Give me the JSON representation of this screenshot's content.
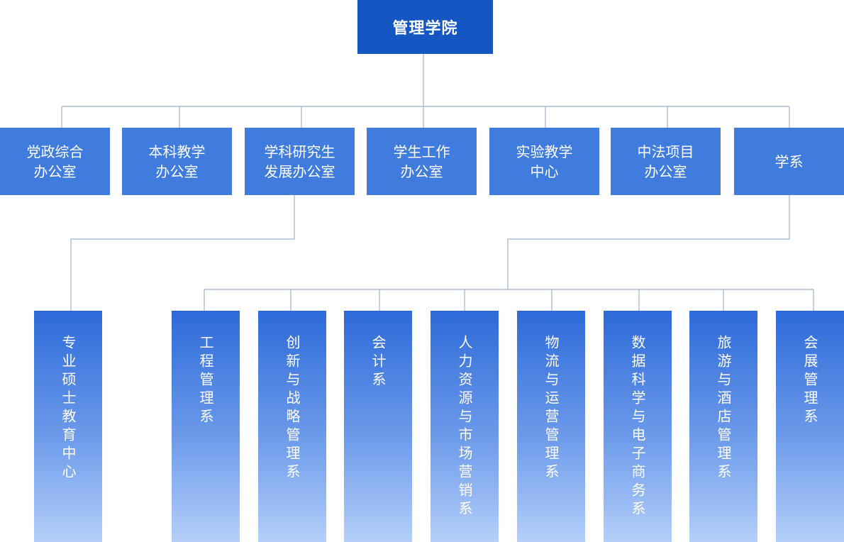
{
  "root": {
    "label": "管理学院"
  },
  "offices": [
    {
      "line1": "党政综合",
      "line2": "办公室"
    },
    {
      "line1": "本科教学",
      "line2": "办公室"
    },
    {
      "line1": "学科研究生",
      "line2": "发展办公室"
    },
    {
      "line1": "学生工作",
      "line2": "办公室"
    },
    {
      "line1": "实验教学",
      "line2": "中心"
    },
    {
      "line1": "中法项目",
      "line2": "办公室"
    },
    {
      "line1": "学系",
      "line2": ""
    }
  ],
  "grad_center": {
    "label": "专业硕士教育中心"
  },
  "departments": [
    {
      "label": "工程管理系"
    },
    {
      "label": "创新与战略管理系"
    },
    {
      "label": "会计系"
    },
    {
      "label": "人力资源与市场营销系"
    },
    {
      "label": "物流与运营管理系"
    },
    {
      "label": "数据科学与电子商务系"
    },
    {
      "label": "旅游与酒店管理系"
    },
    {
      "label": "会展管理系"
    }
  ],
  "colors": {
    "root": "#1456c2",
    "office": "#3f7cde",
    "sub_top": "#2d6ad9",
    "sub_bottom": "#b4cffa",
    "connector": "#9bb2cc"
  }
}
